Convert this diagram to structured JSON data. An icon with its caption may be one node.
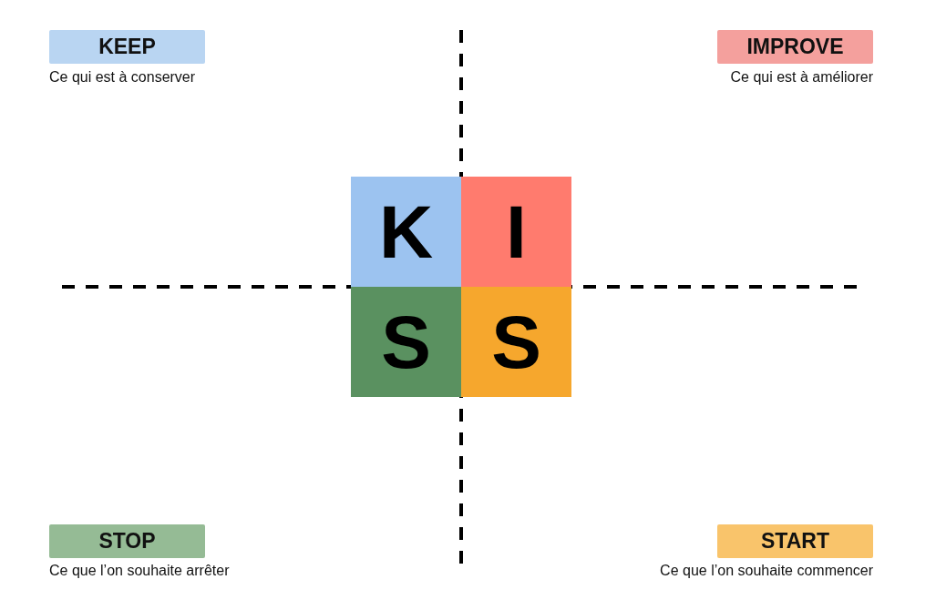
{
  "diagram": {
    "nodes": [
      {
        "text": [
          "KEEP"
        ],
        "beside": [
          "Ce qui est à conserver"
        ]
      },
      {
        "text": [
          "IMPROVE"
        ],
        "beside": [
          "Ce qui est à améliorer"
        ]
      },
      {
        "text": [
          "K"
        ]
      },
      {
        "text": [
          "I"
        ]
      },
      {
        "text": [
          "S"
        ]
      },
      {
        "text": [
          "S"
        ]
      },
      {
        "text": [
          "STOP"
        ],
        "beside": [
          "Ce que l’on souhaite arrêter"
        ]
      },
      {
        "text": [
          "START"
        ],
        "beside": [
          "Ce que l’on souhaite commencer"
        ]
      }
    ]
  }
}
